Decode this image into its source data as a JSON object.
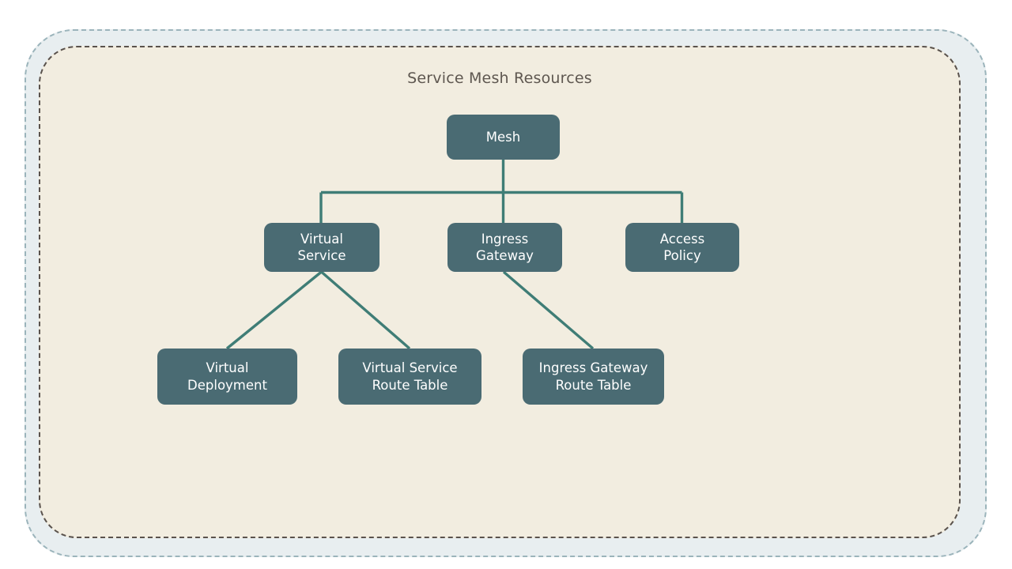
{
  "diagram": {
    "title": "Service Mesh Resources",
    "colors": {
      "node_fill": "#4a6b73",
      "node_text": "#ffffff",
      "connector": "#3f7d76",
      "inner_panel_fill": "#f2ede0",
      "inner_panel_border": "#5a524c",
      "outer_panel_fill": "#e8eef0",
      "outer_panel_border": "#9bb4bb",
      "title_text": "#5e5750"
    },
    "nodes": {
      "mesh": "Mesh",
      "virtual_service": "Virtual\nService",
      "ingress_gateway": "Ingress\nGateway",
      "access_policy": "Access\nPolicy",
      "virtual_deployment": "Virtual\nDeployment",
      "virtual_service_route_table": "Virtual Service\nRoute Table",
      "ingress_gateway_route_table": "Ingress Gateway\nRoute Table"
    },
    "edges": [
      {
        "from": "mesh",
        "to": "virtual_service"
      },
      {
        "from": "mesh",
        "to": "ingress_gateway"
      },
      {
        "from": "mesh",
        "to": "access_policy"
      },
      {
        "from": "virtual_service",
        "to": "virtual_deployment"
      },
      {
        "from": "virtual_service",
        "to": "virtual_service_route_table"
      },
      {
        "from": "ingress_gateway",
        "to": "ingress_gateway_route_table"
      }
    ]
  }
}
